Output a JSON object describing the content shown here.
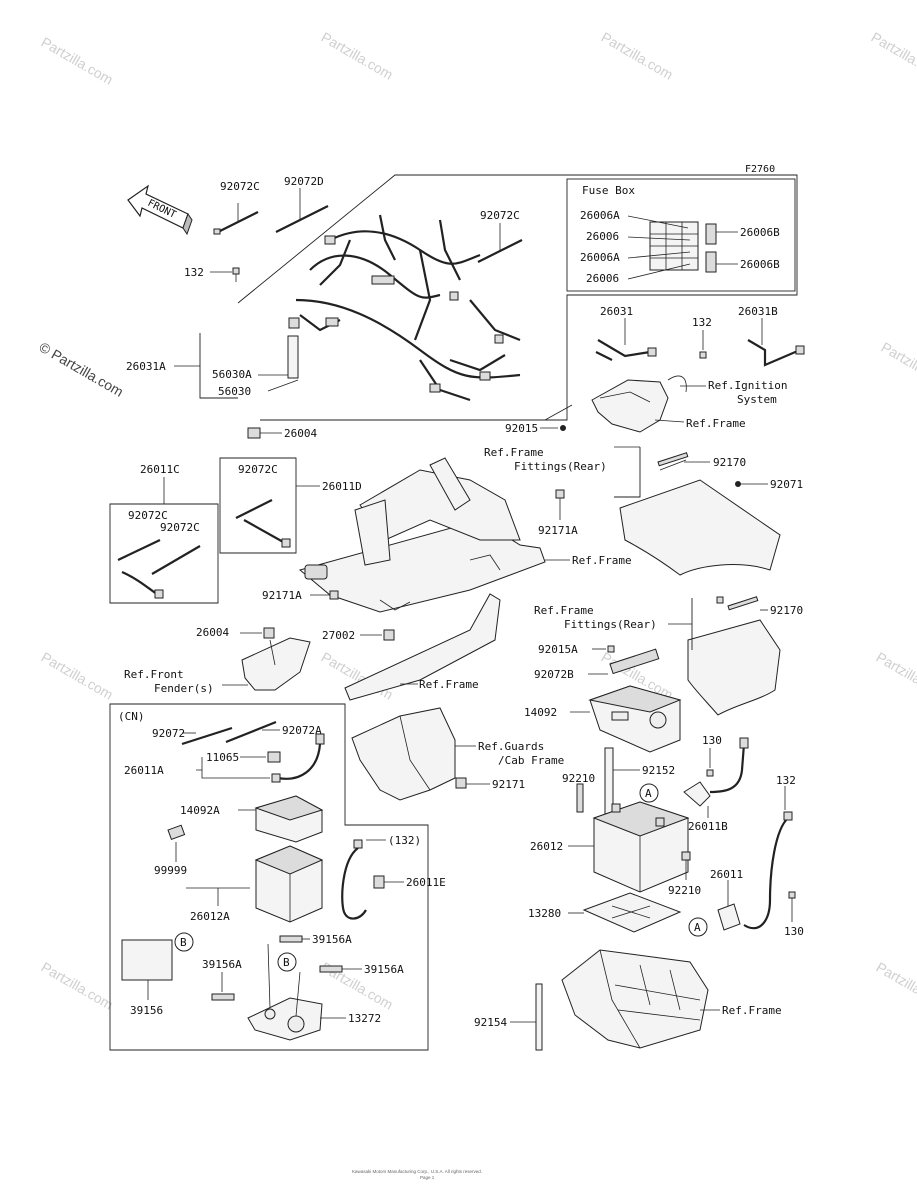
{
  "diagram_code": "F2760",
  "front_arrow_label": "FRONT",
  "watermark": "© Partzilla.com",
  "watermark_small": "Partzilla.com",
  "fuse_box_title": "Fuse Box",
  "cn_label": "(CN)",
  "callout_a": "A",
  "callout_b": "B",
  "copyright_line1": "Kawasaki Motors Manufacturing Corp., U.S.A. All rights reserved.",
  "copyright_line2": "Page 1",
  "labels": {
    "p92072c_a": "92072C",
    "p92072d": "92072D",
    "p92072c_b": "92072C",
    "p132_a": "132",
    "p26031a": "26031A",
    "p56030a": "56030A",
    "p56030": "56030",
    "p26004_a": "26004",
    "p92015": "92015",
    "p26006a_a": "26006A",
    "p26006_a": "26006",
    "p26006a_b": "26006A",
    "p26006_b": "26006",
    "p26006b_a": "26006B",
    "p26006b_b": "26006B",
    "p26031": "26031",
    "p132_b": "132",
    "p26031b": "26031B",
    "ref_ignition_1": "Ref.Ignition",
    "ref_ignition_2": "System",
    "ref_frame_a": "Ref.Frame",
    "ref_frame_fit_rear_a1": "Ref.Frame",
    "ref_frame_fit_rear_a2": "Fittings(Rear)",
    "p92170_a": "92170",
    "p92071": "92071",
    "p26011c": "26011C",
    "p92072c_c": "92072C",
    "p26011d": "26011D",
    "p92072c_d": "92072C",
    "p92072c_e": "92072C",
    "p92171a_a": "92171A",
    "ref_frame_b": "Ref.Frame",
    "p92171a_b": "92171A",
    "ref_frame_fit_rear_b1": "Ref.Frame",
    "ref_frame_fit_rear_b2": "Fittings(Rear)",
    "p92170_b": "92170",
    "p26004_b": "26004",
    "p27002": "27002",
    "ref_front_fender_1": "Ref.Front",
    "ref_front_fender_2": "Fender(s)",
    "ref_frame_c": "Ref.Frame",
    "p92015a": "92015A",
    "p92072b": "92072B",
    "p14092": "14092",
    "ref_guards_1": "Ref.Guards",
    "ref_guards_2": "/Cab Frame",
    "p92171": "92171",
    "p92072": "92072",
    "p92072a": "92072A",
    "p11065": "11065",
    "p26011a": "26011A",
    "p14092a": "14092A",
    "p132_paren": "(132)",
    "p99999": "99999",
    "p26011e": "26011E",
    "p26012a": "26012A",
    "p39156a_a": "39156A",
    "p39156a_b": "39156A",
    "p39156a_c": "39156A",
    "p39156": "39156",
    "p13272": "13272",
    "p130_a": "130",
    "p92152": "92152",
    "p92210": "92210",
    "p26011b": "26011B",
    "p132_c": "132",
    "p26012": "26012",
    "p92210_b": "92210",
    "p26011": "26011",
    "p13280": "13280",
    "p130_b": "130",
    "p92154": "92154",
    "ref_frame_d": "Ref.Frame"
  }
}
